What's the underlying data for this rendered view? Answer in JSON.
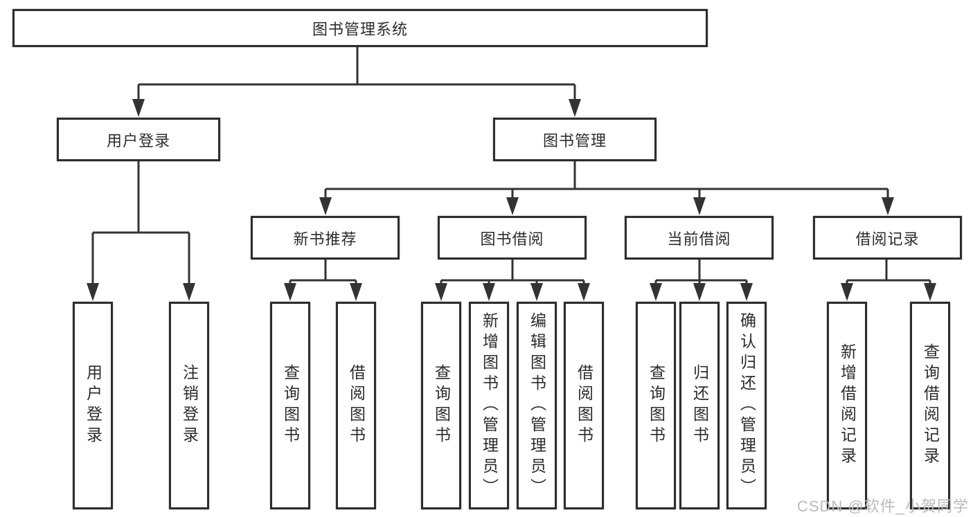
{
  "diagram": {
    "watermark": "CSDN @软件_小贺同学",
    "colors": {
      "line": "#333333",
      "box_border": "#2d2d2d",
      "text": "#2b2b2b",
      "watermark": "#b9b9bf",
      "background": "#ffffff"
    },
    "tree": {
      "label": "图书管理系统",
      "children": [
        {
          "label": "用户登录",
          "children": [
            {
              "label": "用户登录"
            },
            {
              "label": "注销登录"
            }
          ]
        },
        {
          "label": "图书管理",
          "children": [
            {
              "label": "新书推荐",
              "children": [
                {
                  "label": "查询图书"
                },
                {
                  "label": "借阅图书"
                }
              ]
            },
            {
              "label": "图书借阅",
              "children": [
                {
                  "label": "查询图书"
                },
                {
                  "label": "新增图书（管理员）"
                },
                {
                  "label": "编辑图书（管理员）"
                },
                {
                  "label": "借阅图书"
                }
              ]
            },
            {
              "label": "当前借阅",
              "children": [
                {
                  "label": "查询图书"
                },
                {
                  "label": "归还图书"
                },
                {
                  "label": "确认归还（管理员）"
                }
              ]
            },
            {
              "label": "借阅记录",
              "children": [
                {
                  "label": "新增借阅记录"
                },
                {
                  "label": "查询借阅记录"
                }
              ]
            }
          ]
        }
      ]
    }
  }
}
